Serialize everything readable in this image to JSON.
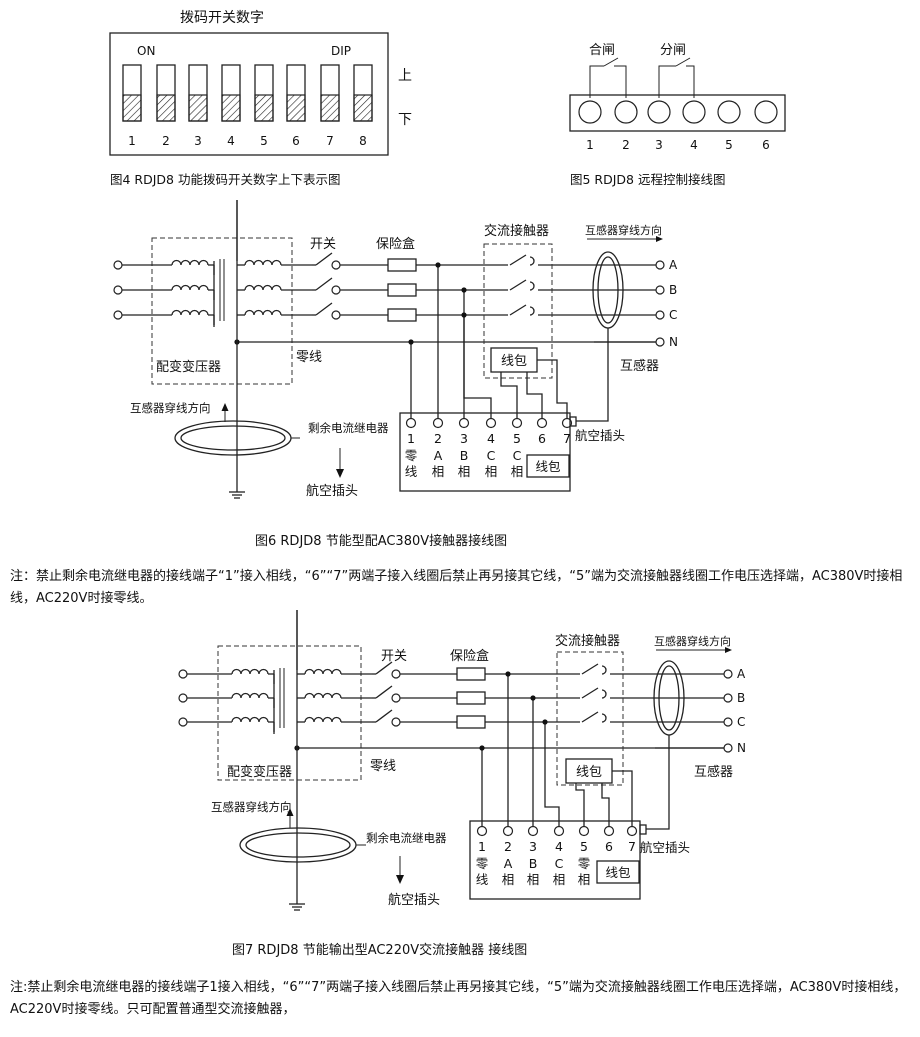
{
  "fig4": {
    "heading": "拨码开关数字",
    "on_label": "ON",
    "dip_label": "DIP",
    "up_label": "上",
    "down_label": "下",
    "switch_numbers": [
      "1",
      "2",
      "3",
      "4",
      "5",
      "6",
      "7",
      "8"
    ],
    "caption": "图4  RDJD8   功能拨码开关数字上下表示图"
  },
  "fig5": {
    "close_label": "合闸",
    "open_label": "分闸",
    "terminal_numbers": [
      "1",
      "2",
      "3",
      "4",
      "5",
      "6"
    ],
    "caption": "图5  RDJD8   远程控制接线图"
  },
  "fig6": {
    "switch_label": "开关",
    "fuse_label": "保险盒",
    "contactor_label": "交流接触器",
    "ct_direction_label": "互感器穿线方向",
    "phase_labels": [
      "A",
      "B",
      "C",
      "N"
    ],
    "transformer_label": "配变变压器",
    "neutral_label": "零线",
    "coil_label": "线包",
    "ct_label": "互感器",
    "rcd_ct_direction_label": "互感器穿线方向",
    "rcd_label": "剩余电流继电器",
    "aviation_plug_label": "航空插头",
    "plug_label": "航空插头",
    "terminal_numbers": [
      "1",
      "2",
      "3",
      "4",
      "5",
      "6",
      "7"
    ],
    "terminal_names": [
      "零\n线",
      "A\n相",
      "B\n相",
      "C\n相",
      "C\n相"
    ],
    "box_coil_label": "线包",
    "caption": "图6  RDJD8    节能型配AC380V接触器接线图"
  },
  "note1": "注：禁止剩余电流继电器的接线端子“1”接入相线，“6”“7”两端子接入线圈后禁止再另接其它线，“5”端为交流接触器线圈工作电压选择端，AC380V时接相线，AC220V时接零线。",
  "fig7": {
    "switch_label": "开关",
    "fuse_label": "保险盒",
    "contactor_label": "交流接触器",
    "ct_direction_label": "互感器穿线方向",
    "phase_labels": [
      "A",
      "B",
      "C",
      "N"
    ],
    "transformer_label": "配变变压器",
    "neutral_label": "零线",
    "coil_label": "线包",
    "ct_label": "互感器",
    "rcd_ct_direction_label": "互感器穿线方向",
    "rcd_label": "剩余电流继电器",
    "aviation_plug_label": "航空插头",
    "plug_label": "航空插头",
    "terminal_numbers": [
      "1",
      "2",
      "3",
      "4",
      "5",
      "6",
      "7"
    ],
    "terminal_names": [
      "零\n线",
      "A\n相",
      "B\n相",
      "C\n相",
      "零\n相"
    ],
    "box_coil_label": "线包",
    "caption": "图7  RDJD8  节能输出型AC220V交流接触器  接线图"
  },
  "note2": "注:禁止剩余电流继电器的接线端子1接入相线，“6”“7”两端子接入线圈后禁止再另接其它线，“5”端为交流接触器线圈工作电压选择端，AC380V时接相线，AC220V时接零线。只可配置普通型交流接触器，"
}
